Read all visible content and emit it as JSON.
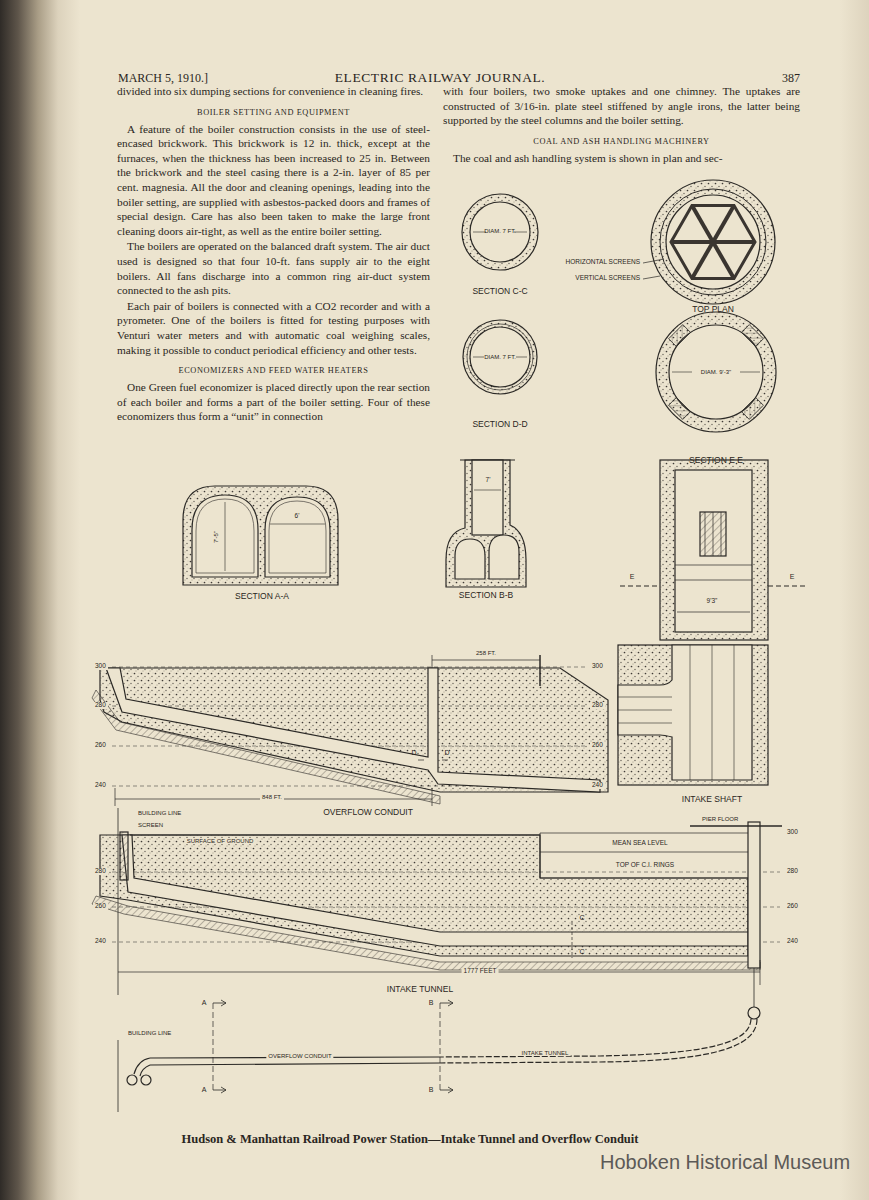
{
  "diagram": {
    "title": "ELECTRIC RAILWAY JOURNAL.",
    "caption": "Hudson & Manhattan Railroad Power Station—Intake Tunnel and Overflow Conduit",
    "labels": [
      "MARCH 5, 1910.]",
      "387",
      "divided into six dumping sections for convenience in cleaning fires.",
      "BOILER SETTING AND EQUIPMENT",
      "A feature of the boiler construction consists in the use of steel-encased brickwork. This brickwork is 12 in. thick, except at the furnaces, when the thickness has been increased to 25 in. Between the brickwork and the steel casing there is a 2-in. layer of 85 per cent. magnesia. All the door and cleaning openings, leading into the boiler setting, are supplied with asbestos-packed doors and frames of special design. Care has also been taken to make the large front cleaning doors air-tight, as well as the entire boiler setting.",
      "The boilers are operated on the balanced draft system. The air duct used is designed so that four 10-ft. fans supply air to the eight boilers. All fans discharge into a common ring air-duct system connected to the ash pits.",
      "Each pair of boilers is connected with a CO2 recorder and with a pyrometer. One of the boilers is fitted for testing purposes with Venturi water meters and with automatic coal weighing scales, making it possible to conduct periodical efficiency and other tests.",
      "ECONOMIZERS AND FEED WATER HEATERS",
      "One Green fuel economizer is placed directly upon the rear section of each boiler and forms a part of the boiler setting. Four of these economizers thus form a “unit” in connection",
      "with four boilers, two smoke uptakes and one chimney. The uptakes are constructed of 3/16-in. plate steel stiffened by angle irons, the latter being supported by the steel columns and the boiler setting.",
      "COAL AND ASH HANDLING MACHINERY",
      "The coal and ash handling system is shown in plan and sec-",
      "DIAM. 7 FT.",
      "SECTION C-C",
      "HORIZONTAL SCREENS",
      "VERTICAL SCREENS",
      "TOP PLAN",
      "DIAM. 7 FT.",
      "SECTION D-D",
      "DIAM. 9'-3\"",
      "SECTION E E",
      "7'-5\"",
      "6'",
      "SECTION A-A",
      "7'",
      "SECTION B-B",
      "E",
      "E",
      "9'3\"",
      "INTAKE SHAFT",
      "258 FT.",
      "300",
      "280",
      "260",
      "240",
      "300",
      "280",
      "260",
      "240",
      "D",
      "D",
      "848 FT.",
      "OVERFLOW CONDUIT",
      "BUILDING LINE",
      "SCREEN",
      "SURFACE OF GROUND",
      "PIER FLOOR",
      "MEAN SEA LEVEL",
      "TOP OF C.I. RINGS",
      "280",
      "260",
      "240",
      "300",
      "280",
      "260",
      "240",
      "C",
      "C",
      "1777 FEET",
      "INTAKE TUNNEL",
      "BUILDING LINE",
      "A",
      "A",
      "B",
      "B",
      "OVERFLOW CONDUIT",
      "INTAKE TUNNEL",
      "Hoboken Historical Museum"
    ]
  }
}
